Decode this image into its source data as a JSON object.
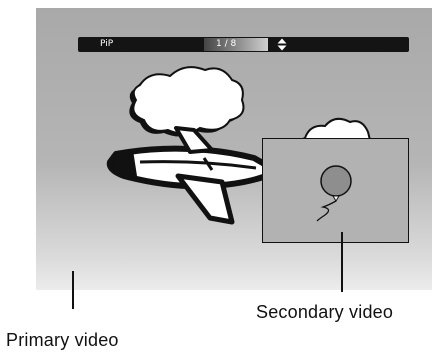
{
  "osd": {
    "label": "PiP",
    "value": "1 / 8",
    "arrows_icon": "up-down-arrows-icon"
  },
  "callouts": {
    "secondary": "Secondary video",
    "primary": "Primary video"
  },
  "colors": {
    "screen_top": "#a9a9a9",
    "screen_bottom": "#ececec",
    "osd_bar": "#141414",
    "pip_background": "#b2b2b2",
    "outline": "#111111"
  }
}
